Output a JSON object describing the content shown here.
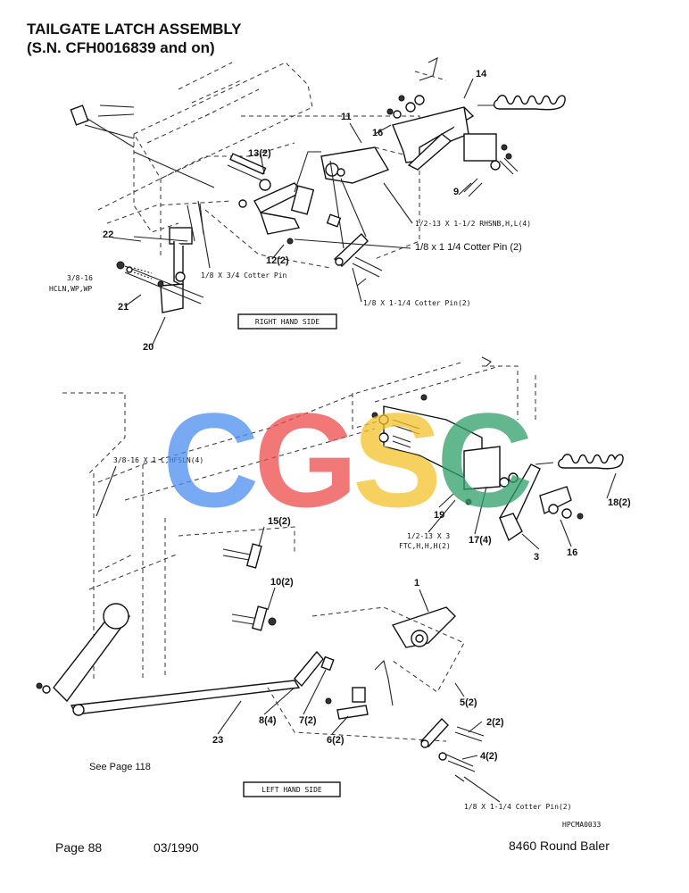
{
  "header": {
    "title_line1": "TAILGATE LATCH ASSEMBLY",
    "title_line2": "(S.N. CFH0016839 and on)"
  },
  "diagram": {
    "image_code": "HPCMA0033",
    "right_hand_side": {
      "box_label": "RIGHT HAND SIDE",
      "parts": [
        "14",
        "11",
        "16",
        "13(2)",
        "9",
        "22",
        "12(2)",
        "21",
        "20"
      ],
      "notes": [
        "1/2-13 X 1-1/2 RHSNB,H,L(4)",
        "1/8 x 1 1/4 Cotter Pin (2)",
        "1/8 X 3/4 Cotter Pin",
        "1/8 X 1-1/4 Cotter Pin(2)",
        "3/8-16",
        "HCLN,WP,WP"
      ]
    },
    "left_hand_side": {
      "box_label": "LEFT HAND SIDE",
      "parts": [
        "15(2)",
        "19",
        "17(4)",
        "3",
        "16",
        "18(2)",
        "10(2)",
        "1",
        "5(2)",
        "2(2)",
        "4(2)",
        "8(4)",
        "7(2)",
        "6(2)",
        "23"
      ],
      "notes": [
        "3/8-16 X 1 C,HFSLN(4)",
        "1/2-13 X 3",
        "FTC,H,H,H(2)",
        "1/8 X 1-1/4 Cotter Pin(2)",
        "See Page 118"
      ]
    }
  },
  "watermark": {
    "letters": [
      "C",
      "G",
      "S",
      "C"
    ],
    "colors": [
      "#4a8ef0",
      "#ee4a4a",
      "#f5c22a",
      "#2ea06a"
    ]
  },
  "footer": {
    "page": "Page 88",
    "date": "03/1990",
    "model": "8460 Round Baler"
  }
}
